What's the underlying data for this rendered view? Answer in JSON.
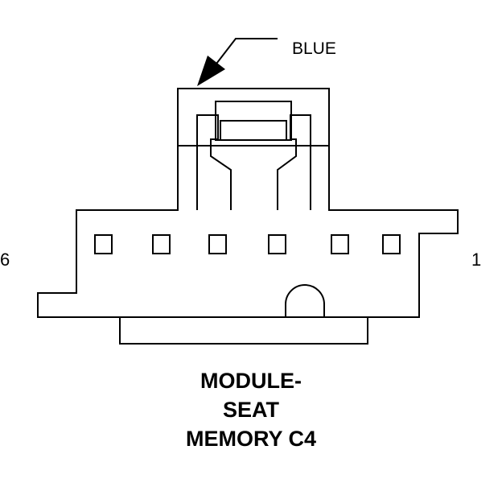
{
  "callout": {
    "color_label": "BLUE"
  },
  "pins": {
    "left_number": "6",
    "right_number": "1",
    "cavity_count": 6
  },
  "caption": {
    "line1": "MODULE-",
    "line2": "SEAT",
    "line3": "MEMORY C4"
  },
  "colors": {
    "line": "#000000",
    "background": "#ffffff"
  }
}
